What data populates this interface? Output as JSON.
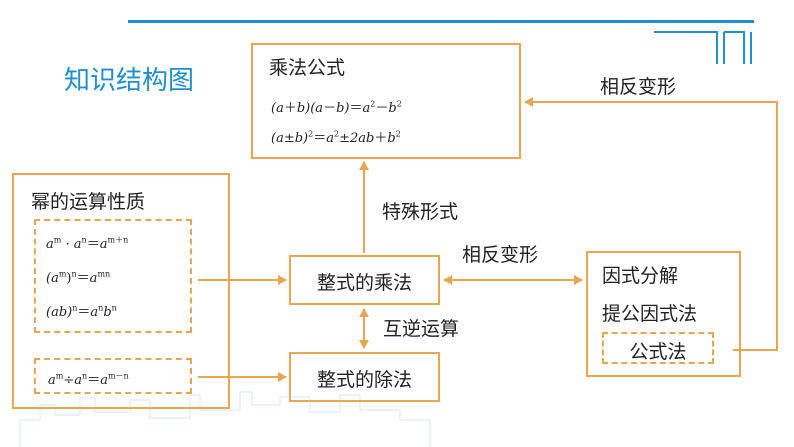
{
  "page_title": "知识结构图",
  "boxes": {
    "multiplication_formula": {
      "title": "乘法公式",
      "line1": {
        "a": "(a",
        "op1": "＋",
        "b": "b)(a",
        "op2": "－",
        "c": "b)",
        "eq": "＝",
        "r1": "a",
        "e1": "2",
        "op3": "－",
        "r2": "b",
        "e2": "2"
      },
      "line2": {
        "a": "(a",
        "op1": "±",
        "b": "b)",
        "e0": "2",
        "eq": "＝",
        "r1": "a",
        "e1": "2",
        "op2": "±",
        "mid": "2ab",
        "op3": "＋",
        "r2": "b",
        "e2": "2"
      }
    },
    "power_properties": {
      "title": "幂的运算性质",
      "f1": {
        "a": "a",
        "m": "m",
        "dot": "·",
        "b": "a",
        "n": "n",
        "eq": "＝",
        "r": "a",
        "rexp": "m＋n"
      },
      "f2": {
        "a": "(a",
        "m": "m",
        "close": ")",
        "n": "n",
        "eq": "＝",
        "r": "a",
        "rexp": "mn"
      },
      "f3": {
        "a": "(ab)",
        "n": "n",
        "eq": "＝",
        "r1": "a",
        "e1": "n",
        "r2": "b",
        "e2": "n"
      }
    },
    "division_rule": {
      "a": "a",
      "m": "m",
      "op": "÷",
      "b": "a",
      "n": "n",
      "eq": "＝",
      "r": "a",
      "rexp": "m－n"
    },
    "polynomial_multiplication": "整式的乘法",
    "polynomial_division": "整式的除法",
    "factorization": {
      "title": "因式分解",
      "method1": "提公因式法",
      "method2": "公式法"
    }
  },
  "edge_labels": {
    "special_form": "特殊形式",
    "inverse_transform_middle": "相反变形",
    "inverse_transform_top": "相反变形",
    "inverse_operation": "互逆运算"
  },
  "colors": {
    "accent_orange": "#e8a552",
    "title_blue": "#1f8fd0",
    "header_line_blue": "#1f8fd0"
  }
}
